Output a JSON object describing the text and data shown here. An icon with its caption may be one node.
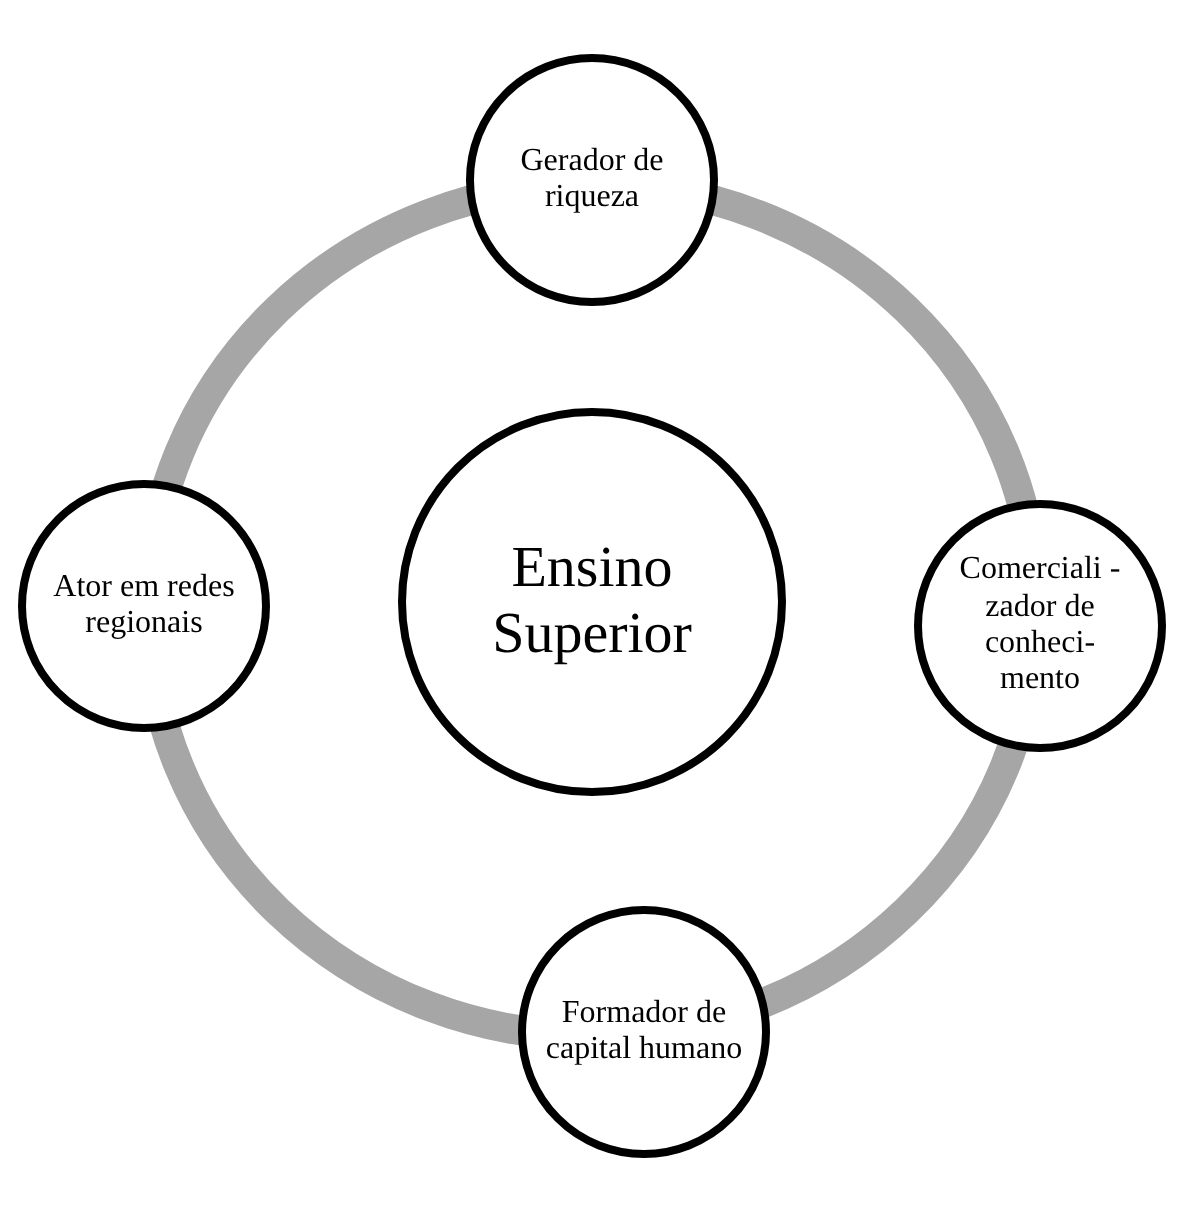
{
  "diagram": {
    "nodes": [
      {
        "text": [
          "Gerador de riqueza"
        ]
      },
      {
        "text": [
          "Ator em redes regionais"
        ]
      },
      {
        "text": [
          "Ensino Superior"
        ]
      },
      {
        "text": [
          "Comerciali -zador de conheci- mento"
        ]
      },
      {
        "text": [
          "Formador de capital humano"
        ]
      }
    ]
  }
}
